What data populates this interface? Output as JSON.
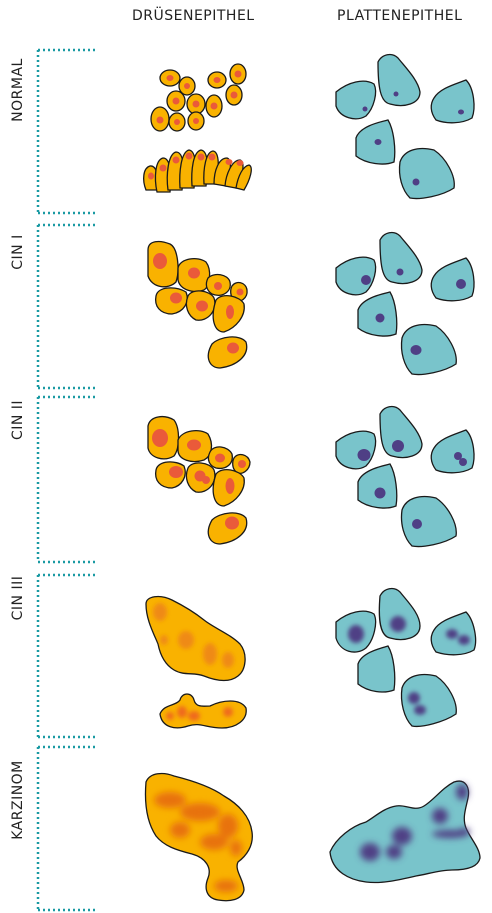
{
  "columns": {
    "glandular": "DRÜSENEPITHEL",
    "squamous": "PLATTENEPITHEL"
  },
  "rows": {
    "normal": "NORMAL",
    "cin1": "CIN I",
    "cin2": "CIN II",
    "cin3": "CIN III",
    "carcinoma": "KARZINOM"
  },
  "colors": {
    "glandular_cell": "#f9b200",
    "glandular_nucleus": "#ea5a3a",
    "glandular_nucleus_carcinoma": "#e8720c",
    "squamous_cell": "#79c4cb",
    "squamous_nucleus": "#4f3f85",
    "bracket": "#1a9aa3",
    "outline": "#1a1a1a"
  }
}
